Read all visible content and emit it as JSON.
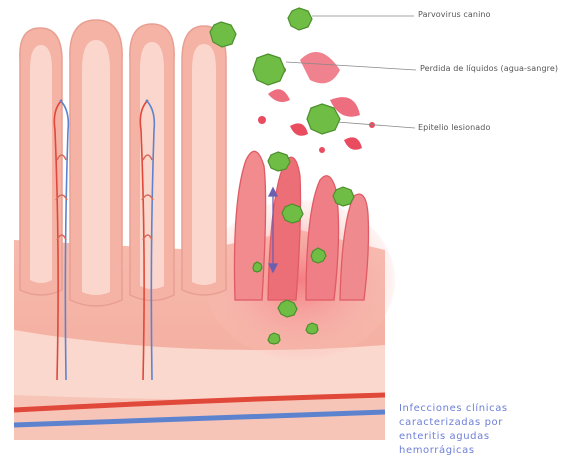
{
  "labels": {
    "parvovirus": "Parvovirus canino",
    "fluid_loss": "Perdida de líquidos (agua-sangre)",
    "damaged_epithelium": "Epitelio lesionado"
  },
  "caption": {
    "line1": "Infecciones clínicas",
    "line2": "caracterizadas por",
    "line3": "enteritis agudas",
    "line4": "hemorrágicas"
  },
  "colors": {
    "tissue": "#f6b8ac",
    "tissue_light": "#fbd6cc",
    "tissue_edge": "#e89f92",
    "hemorrhage": "#e94b5f",
    "virus": "#6fbd45",
    "artery": "#e0483a",
    "vein": "#5d83cf",
    "caption": "#6d7fd6",
    "leader_line": "#888888"
  },
  "icons": {
    "virus": "parvovirus-particle-icon"
  }
}
